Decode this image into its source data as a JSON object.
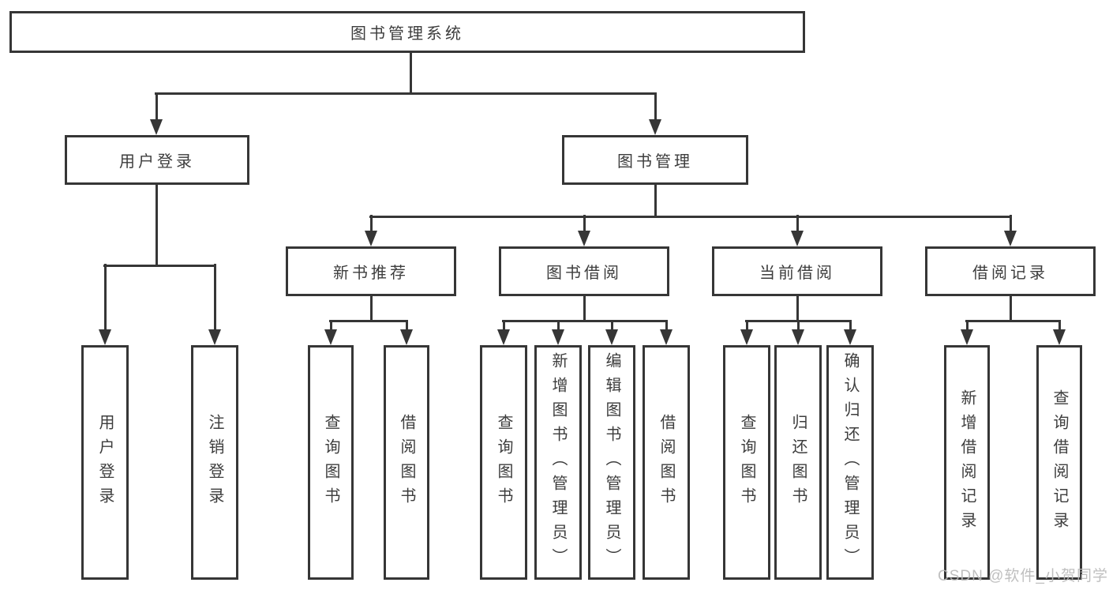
{
  "tree": {
    "label": "图书管理系统",
    "children": [
      {
        "label": "用户登录",
        "children": [
          {
            "label": "用户登录"
          },
          {
            "label": "注销登录"
          }
        ]
      },
      {
        "label": "图书管理",
        "children": [
          {
            "label": "新书推荐",
            "children": [
              {
                "label": "查询图书"
              },
              {
                "label": "借阅图书"
              }
            ]
          },
          {
            "label": "图书借阅",
            "children": [
              {
                "label": "查询图书"
              },
              {
                "label": "新增图书（管理员）"
              },
              {
                "label": "编辑图书（管理员）"
              },
              {
                "label": "借阅图书"
              }
            ]
          },
          {
            "label": "当前借阅",
            "children": [
              {
                "label": "查询图书"
              },
              {
                "label": "归还图书"
              },
              {
                "label": "确认归还（管理员）"
              }
            ]
          },
          {
            "label": "借阅记录",
            "children": [
              {
                "label": "新增借阅记录"
              },
              {
                "label": "查询借阅记录"
              }
            ]
          }
        ]
      }
    ]
  },
  "watermark": {
    "text": "CSDN @软件_小贺同学"
  },
  "colors": {
    "line": "#363636",
    "text": "#3d3d3d",
    "watermark": "#b9b9b9",
    "background": "#ffffff"
  }
}
